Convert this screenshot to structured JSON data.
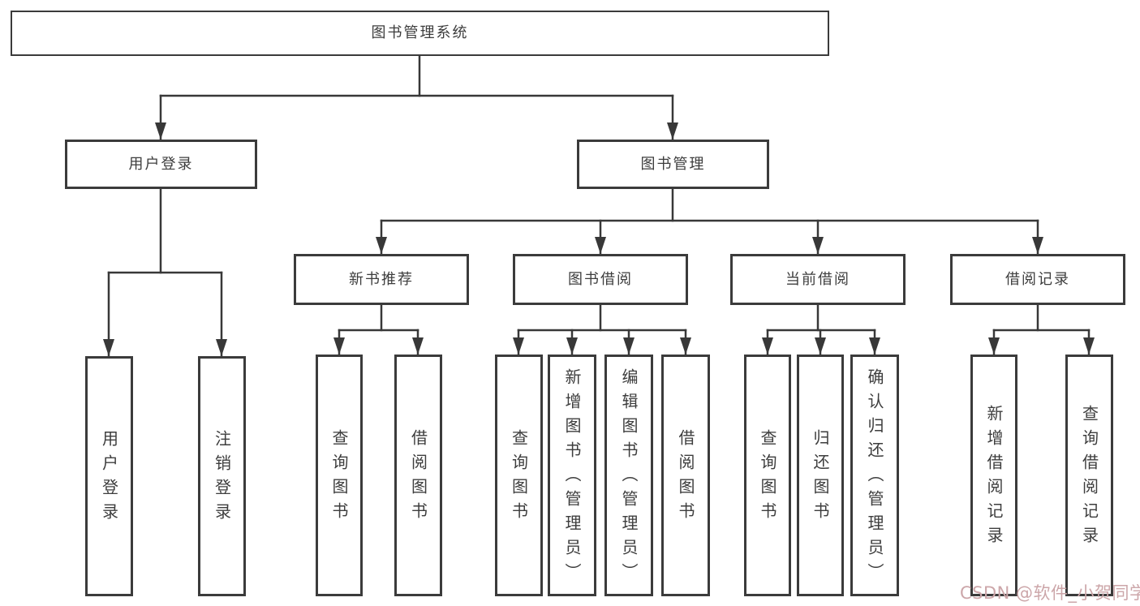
{
  "diagram": {
    "root": "图书管理系统",
    "level2": [
      "用户登录",
      "图书管理"
    ],
    "level3": [
      "新书推荐",
      "图书借阅",
      "当前借阅",
      "借阅记录"
    ],
    "leaves": {
      "user_login": [
        "用户登录",
        "注销登录"
      ],
      "new_book": [
        "查询图书",
        "借阅图书"
      ],
      "book_borrow": [
        "查询图书",
        "新增图书（管理员）",
        "编辑图书（管理员）",
        "借阅图书"
      ],
      "current_borrow": [
        "查询图书",
        "归还图书",
        "确认归还（管理员）"
      ],
      "borrow_records": [
        "新增借阅记录",
        "查询借阅记录"
      ]
    }
  },
  "watermark": {
    "text": "CSDN @软件_小贺同学",
    "color": "#cca6a9"
  },
  "colors": {
    "line": "#383838",
    "border": "#3b3b3b",
    "text": "#3d3d3d",
    "background": "#ffffff"
  }
}
